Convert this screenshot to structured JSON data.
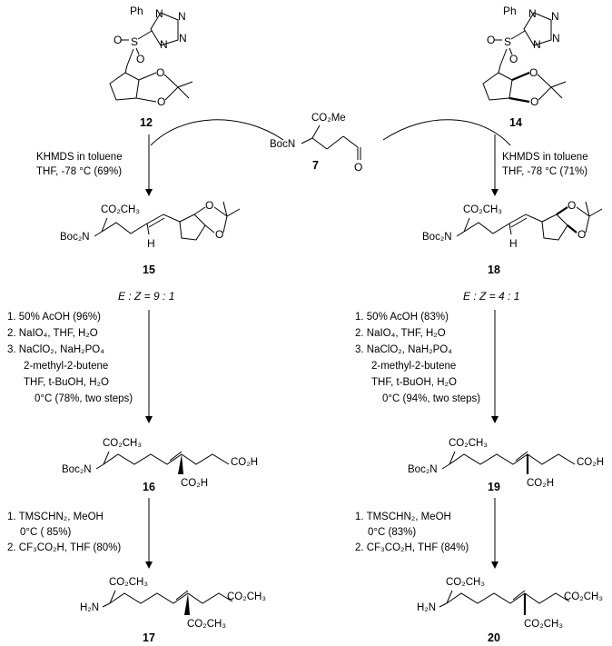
{
  "compounds": {
    "c12": "12",
    "c14": "14",
    "c7": "7",
    "c15": "15",
    "c18": "18",
    "c16": "16",
    "c19": "19",
    "c17": "17",
    "c20": "20"
  },
  "labels": {
    "ph": "Ph",
    "boc2n": "Boc₂N",
    "bocn": "BocN",
    "co2me": "CO₂Me",
    "co2ch3": "CO₂CH₃",
    "co2h": "CO₂H",
    "h2n": "H₂N",
    "o": "O",
    "s": "S",
    "n": "N",
    "h": "H"
  },
  "step1_left": {
    "line1": "KHMDS in toluene",
    "line2": "THF, -78 °C (69%)"
  },
  "step1_right": {
    "line1": "KHMDS in toluene",
    "line2": "THF, -78 °C (71%)"
  },
  "ratio_left": "E : Z = 9 : 1",
  "ratio_right": "E : Z = 4 : 1",
  "step2_left": {
    "l1": "1.  50% AcOH (96%)",
    "l2": "2.  NaIO₄, THF, H₂O",
    "l3": "3.  NaClO₂, NaH₂PO₄",
    "l4": "2-methyl-2-butene",
    "l5": "THF, t-BuOH, H₂O",
    "l6": "0°C (78%, two steps)"
  },
  "step2_right": {
    "l1": "1.  50% AcOH (83%)",
    "l2": "2.  NaIO₄, THF, H₂O",
    "l3": "3.  NaClO₂, NaH₂PO₄",
    "l4": "2-methyl-2-butene",
    "l5": "THF, t-BuOH, H₂O",
    "l6": "0°C (94%, two steps)"
  },
  "step3_left": {
    "l1": "1. TMSCHN₂, MeOH",
    "l2": "0°C ( 85%)",
    "l3": "2. CF₃CO₂H, THF (80%)"
  },
  "step3_right": {
    "l1": "1. TMSCHN₂, MeOH",
    "l2": "0°C (83%)",
    "l3": "2. CF₃CO₂H, THF (84%)"
  }
}
